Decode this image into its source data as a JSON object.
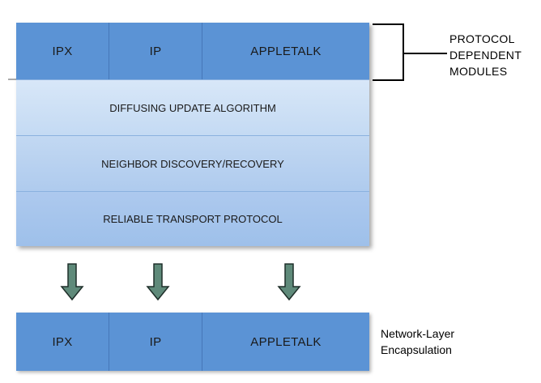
{
  "top_modules": {
    "items": [
      "IPX",
      "IP",
      "APPLETALK"
    ]
  },
  "layers": {
    "dual": "DIFFUSING UPDATE ALGORITHM",
    "neighbor": "NEIGHBOR DISCOVERY/RECOVERY",
    "rtp": "RELIABLE TRANSPORT PROTOCOL"
  },
  "protocol_label": {
    "line1": "PROTOCOL",
    "line2": "DEPENDENT",
    "line3": "MODULES"
  },
  "bottom_modules": {
    "items": [
      "IPX",
      "IP",
      "APPLETALK"
    ]
  },
  "network_label": {
    "line1": "Network-Layer",
    "line2": "Encapsulation"
  },
  "colors": {
    "module_fill": "#5b93d5",
    "layer_light": "#d8e7f8",
    "layer_dark": "#9ec0ea",
    "arrow_fill": "#5f8a7a"
  }
}
